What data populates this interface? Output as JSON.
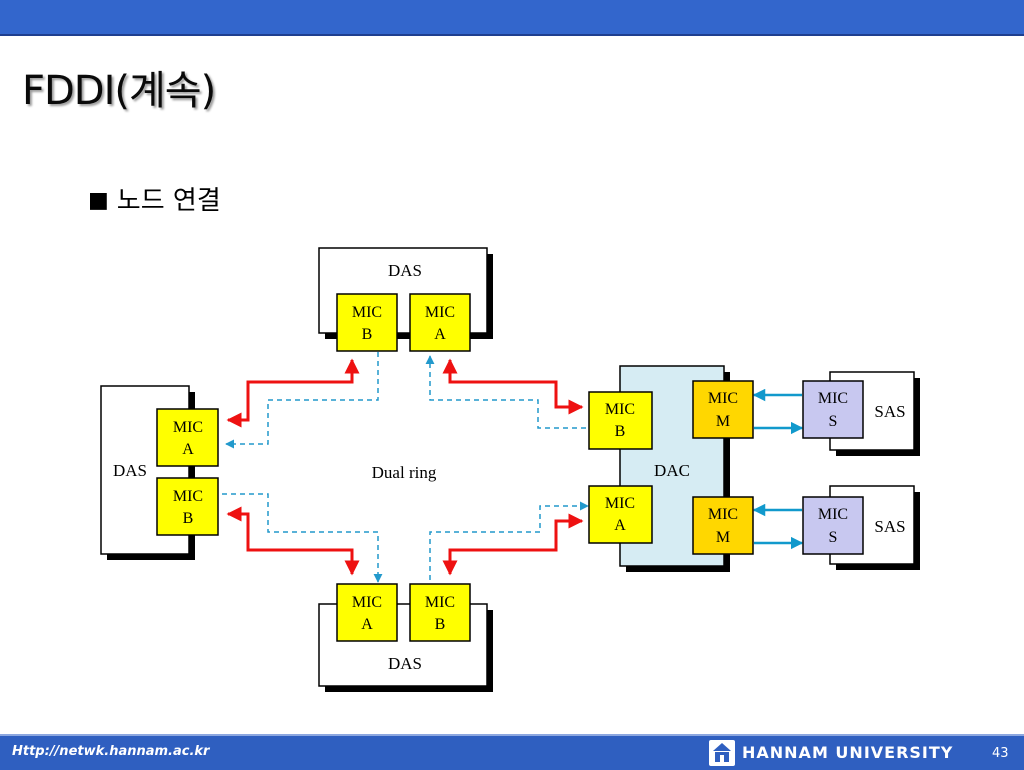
{
  "slide": {
    "title": "FDDI(계속)",
    "bullet_mark": "■",
    "bullet_text": "노드 연결"
  },
  "diagram": {
    "center_label": "Dual ring",
    "stations": {
      "das_top": "DAS",
      "das_left": "DAS",
      "das_bottom": "DAS",
      "dac": "DAC",
      "sas_top": "SAS",
      "sas_bottom": "SAS"
    },
    "mic": {
      "top_b": [
        "MIC",
        "B"
      ],
      "top_a": [
        "MIC",
        "A"
      ],
      "left_a": [
        "MIC",
        "A"
      ],
      "left_b": [
        "MIC",
        "B"
      ],
      "bottom_a": [
        "MIC",
        "A"
      ],
      "bottom_b": [
        "MIC",
        "B"
      ],
      "dac_b": [
        "MIC",
        "B"
      ],
      "dac_a": [
        "MIC",
        "A"
      ],
      "dac_m_top": [
        "MIC",
        "M"
      ],
      "dac_m_bottom": [
        "MIC",
        "M"
      ],
      "sas_s_top": [
        "MIC",
        "S"
      ],
      "sas_s_bottom": [
        "MIC",
        "S"
      ]
    },
    "colors": {
      "primary_ring": "#ee1111",
      "secondary_ring": "#2299cc",
      "mic_fill": "#ffff00",
      "mic_m_fill": "#ffd700",
      "mic_s_fill": "#c8c8f0",
      "dac_fill": "#d6ecf3"
    }
  },
  "footer": {
    "url": "Http://netwk.hannam.ac.kr",
    "university": "HANNAM UNIVERSITY",
    "page_number": "43"
  }
}
